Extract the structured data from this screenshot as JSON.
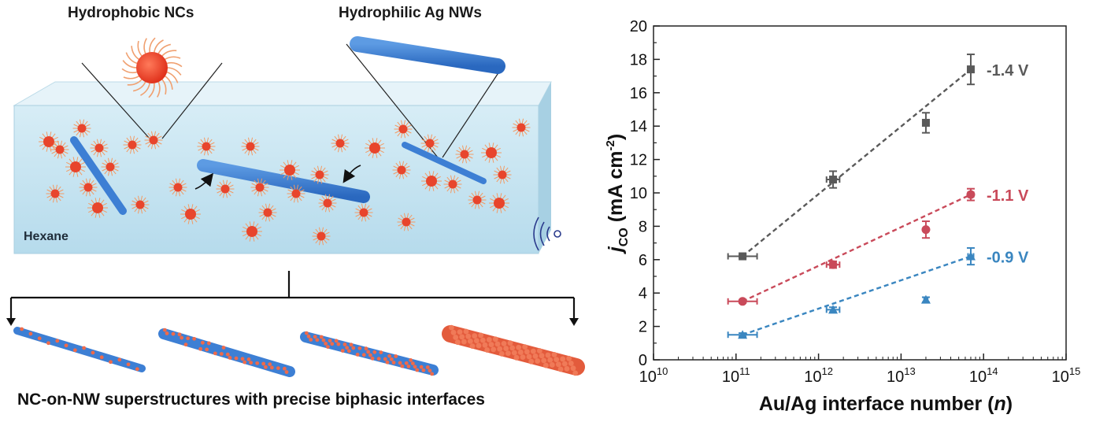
{
  "schematic": {
    "label_hydrophobic": "Hydrophobic NCs",
    "label_hydrophilic": "Hydrophilic Ag NWs",
    "label_solvent": "Hexane",
    "caption": "NC-on-NW superstructures with precise biphasic interfaces",
    "colors": {
      "liquid": "#bfe0ee",
      "nanowire": "#3d7fd4",
      "nanocrystal": "#e8452c"
    }
  },
  "chart_data": {
    "type": "scatter",
    "xlabel": "Au/Ag interface number (",
    "xlabel_var": "n",
    "xlabel_close": ")",
    "ylabel_main": "j",
    "ylabel_sub": "CO",
    "ylabel_units": " (mA cm",
    "ylabel_sup": "-2",
    "ylabel_close": ")",
    "x_scale": "log",
    "xlim": [
      10000000000.0,
      1000000000000000.0
    ],
    "ylim": [
      0,
      20
    ],
    "y_ticks": [
      0,
      2,
      4,
      6,
      8,
      10,
      12,
      14,
      16,
      18,
      20
    ],
    "x_tick_labels": [
      {
        "base": "10",
        "exp": "10"
      },
      {
        "base": "10",
        "exp": "11"
      },
      {
        "base": "10",
        "exp": "12"
      },
      {
        "base": "10",
        "exp": "13"
      },
      {
        "base": "10",
        "exp": "14"
      },
      {
        "base": "10",
        "exp": "15"
      }
    ],
    "grid": false,
    "series": [
      {
        "name": "-1.4 V",
        "color": "#5a5a5a",
        "marker": "square",
        "x": [
          120000000000.0,
          1500000000000.0,
          20000000000000.0,
          70000000000000.0
        ],
        "y": [
          6.2,
          10.8,
          14.2,
          17.4
        ],
        "y_err": [
          0.1,
          0.5,
          0.6,
          0.9
        ],
        "x_err_factor": [
          1.5,
          1.2,
          1.05,
          1.08
        ],
        "fit": {
          "x": [
            120000000000.0,
            70000000000000.0
          ],
          "y": [
            6.2,
            17.4
          ]
        }
      },
      {
        "name": "-1.1 V",
        "color": "#c94a5a",
        "marker": "circle",
        "x": [
          120000000000.0,
          1500000000000.0,
          20000000000000.0,
          70000000000000.0
        ],
        "y": [
          3.5,
          5.7,
          7.8,
          9.9
        ],
        "y_err": [
          0.1,
          0.2,
          0.5,
          0.35
        ],
        "x_err_factor": [
          1.5,
          1.2,
          1.05,
          1.08
        ],
        "fit": {
          "x": [
            120000000000.0,
            70000000000000.0
          ],
          "y": [
            3.5,
            9.9
          ]
        }
      },
      {
        "name": "-0.9 V",
        "color": "#3a86c0",
        "marker": "triangle",
        "x": [
          120000000000.0,
          1500000000000.0,
          20000000000000.0,
          70000000000000.0
        ],
        "y": [
          1.5,
          3.0,
          3.6,
          6.2
        ],
        "y_err": [
          0.1,
          0.15,
          0.15,
          0.5
        ],
        "x_err_factor": [
          1.5,
          1.2,
          1.05,
          1.08
        ],
        "fit": {
          "x": [
            120000000000.0,
            70000000000000.0
          ],
          "y": [
            1.5,
            6.2
          ]
        }
      }
    ]
  }
}
